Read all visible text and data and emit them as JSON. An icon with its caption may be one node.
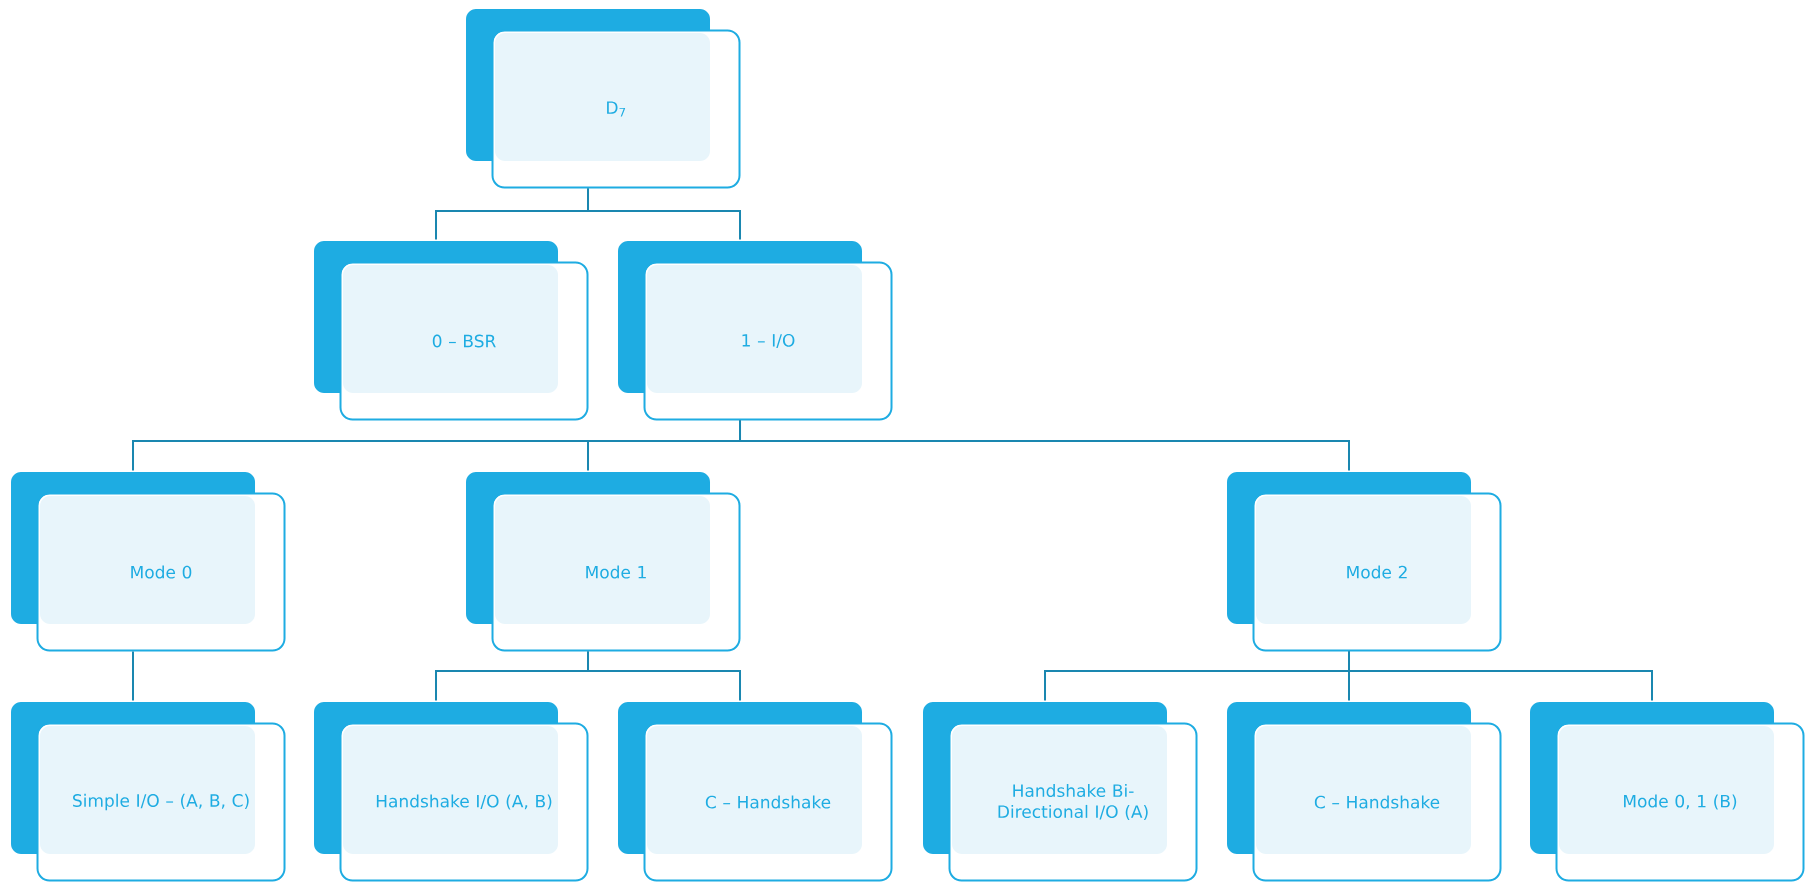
{
  "diagram": {
    "nodes": [
      {
        "text": [
          "D$_{7}$"
        ]
      },
      {
        "text": [
          "0 – BSR"
        ]
      },
      {
        "text": [
          "1 – I/O"
        ]
      },
      {
        "text": [
          "Mode 0"
        ]
      },
      {
        "text": [
          "Mode 1"
        ]
      },
      {
        "text": [
          "Mode 2"
        ]
      },
      {
        "text": [
          "Simple I/O –  (A, B, C)"
        ]
      },
      {
        "text": [
          "Handshake I/O (A, B)"
        ]
      },
      {
        "text": [
          "C – Handshake"
        ]
      },
      {
        "text": [
          "Handshake Bi-Directional I/O (A)"
        ]
      },
      {
        "text": [
          "C – Handshake"
        ]
      },
      {
        "text": [
          "Mode 0, 1 (B)"
        ]
      }
    ],
    "edges": [
      {
        "from": 0,
        "to": 1,
        "arrow": "none"
      },
      {
        "from": 0,
        "to": 2,
        "arrow": "none"
      },
      {
        "from": 2,
        "to": 3,
        "arrow": "none"
      },
      {
        "from": 2,
        "to": 4,
        "arrow": "none"
      },
      {
        "from": 2,
        "to": 5,
        "arrow": "none"
      },
      {
        "from": 3,
        "to": 6,
        "arrow": "none"
      },
      {
        "from": 4,
        "to": 7,
        "arrow": "none"
      },
      {
        "from": 4,
        "to": 8,
        "arrow": "none"
      },
      {
        "from": 5,
        "to": 9,
        "arrow": "none"
      },
      {
        "from": 5,
        "to": 10,
        "arrow": "none"
      },
      {
        "from": 5,
        "to": 11,
        "arrow": "none"
      }
    ]
  }
}
